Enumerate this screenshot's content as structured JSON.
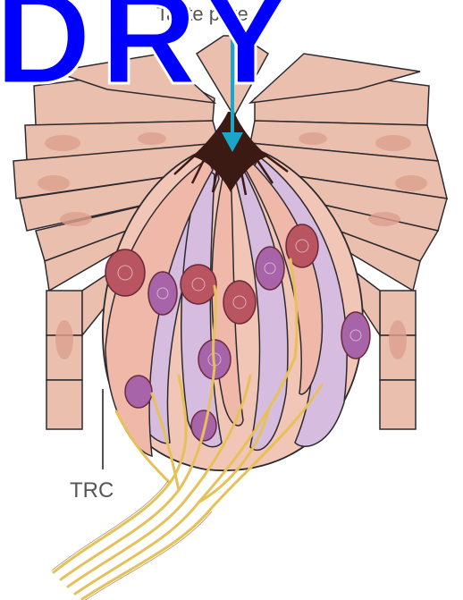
{
  "labels": {
    "taste_pore": "Taste pore",
    "trc": "TRC"
  },
  "overlay": {
    "text": "DRY"
  },
  "colors": {
    "epithelium": "#ebbfae",
    "epithelium_nucleus": "#dda08e",
    "outline": "#2c2a2e",
    "taste_cell_pink": "#f0b8a8",
    "taste_cell_purple": "#d6bde0",
    "nucleus_red": "#b95560",
    "nucleus_purple": "#a864a8",
    "nerve": "#e6c15a",
    "pore_dark": "#3a1a12",
    "arrow": "#1aa6c8",
    "overlay": "#0000ff"
  }
}
